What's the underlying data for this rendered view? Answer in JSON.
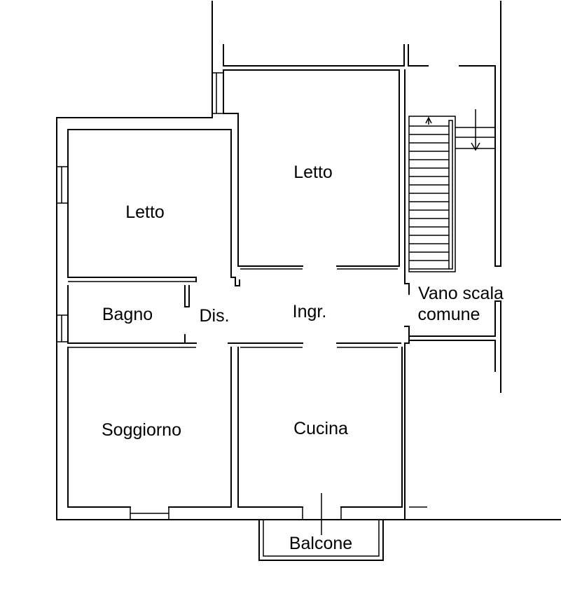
{
  "rooms": {
    "bedroom_left": "Letto",
    "bedroom_top": "Letto",
    "bathroom": "Bagno",
    "hallway": "Dis.",
    "entrance": "Ingr.",
    "living_room": "Soggiorno",
    "kitchen": "Cucina",
    "balcony": "Balcone",
    "stairwell_line1": "Vano scala",
    "stairwell_line2": "comune"
  },
  "colors": {
    "lines": "#000000",
    "background": "#ffffff"
  }
}
